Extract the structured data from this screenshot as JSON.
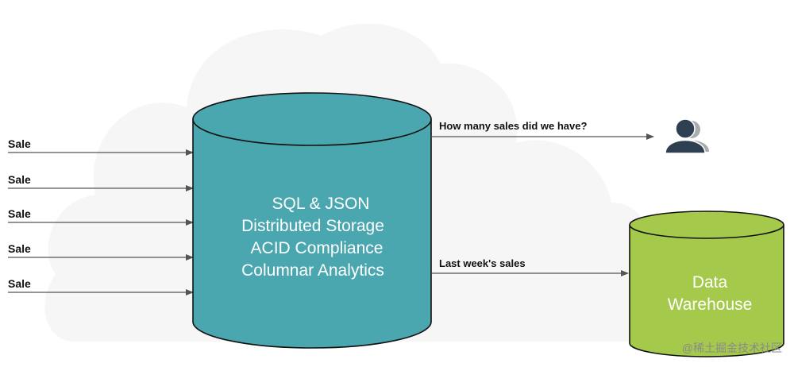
{
  "inputs": [
    {
      "label": "Sale"
    },
    {
      "label": "Sale"
    },
    {
      "label": "Sale"
    },
    {
      "label": "Sale"
    },
    {
      "label": "Sale"
    }
  ],
  "database": {
    "lines": [
      "SQL & JSON",
      "Distributed Storage",
      "ACID Compliance",
      "Columnar Analytics"
    ],
    "color": "#4aa7b0"
  },
  "outputs": {
    "query_label": "How many sales did we have?",
    "dw_label": "Last week's sales"
  },
  "warehouse": {
    "lines": [
      "Data",
      "Warehouse"
    ],
    "color": "#a5c94b"
  },
  "watermark": "@稀土掘金技术社区",
  "colors": {
    "cloud": "#f6f6f6",
    "arrow": "#555555",
    "user_front": "#2e3f52",
    "user_back": "#a9acae"
  },
  "icons": {
    "users": "users-icon"
  }
}
